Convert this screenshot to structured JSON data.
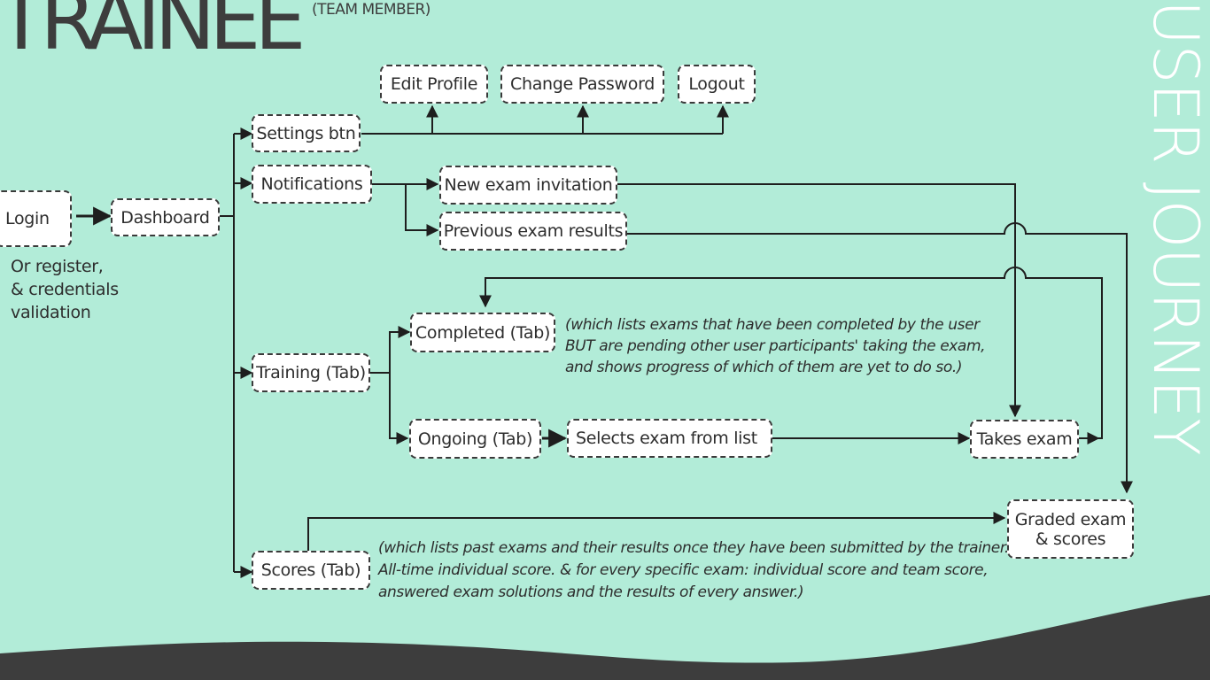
{
  "header": {
    "title": "TRAINEE",
    "subtitle": "(TEAM MEMBER)",
    "vertical_title": "USER JOURNEY"
  },
  "nodes": {
    "login": "Login",
    "login_note": "Or register,\n& credentials\nvalidation",
    "dashboard": "Dashboard",
    "settings": "Settings btn",
    "edit_profile": "Edit Profile",
    "change_password": "Change Password",
    "logout": "Logout",
    "notifications": "Notifications",
    "new_exam_invitation": "New exam invitation",
    "previous_exam_results": "Previous exam results",
    "training": "Training (Tab)",
    "completed": "Completed (Tab)",
    "ongoing": "Ongoing (Tab)",
    "selects_exam": "Selects exam from list",
    "takes_exam": "Takes exam",
    "scores": "Scores (Tab)",
    "graded": "Graded exam\n& scores"
  },
  "notes": {
    "completed_note": "(which lists exams that have been completed by the user\nBUT are pending other user participants' taking the exam,\nand shows progress of which of them are yet to do so.)",
    "scores_note": "(which lists past exams and their results once they have been submitted by the trainer.\nAll-time individual score. & for every specific exam: individual score and team score,\nanswered exam solutions and the results of every answer.)"
  },
  "colors": {
    "background": "#b2ecd8",
    "dark": "#3d3d3d",
    "box": "#ffffff"
  }
}
